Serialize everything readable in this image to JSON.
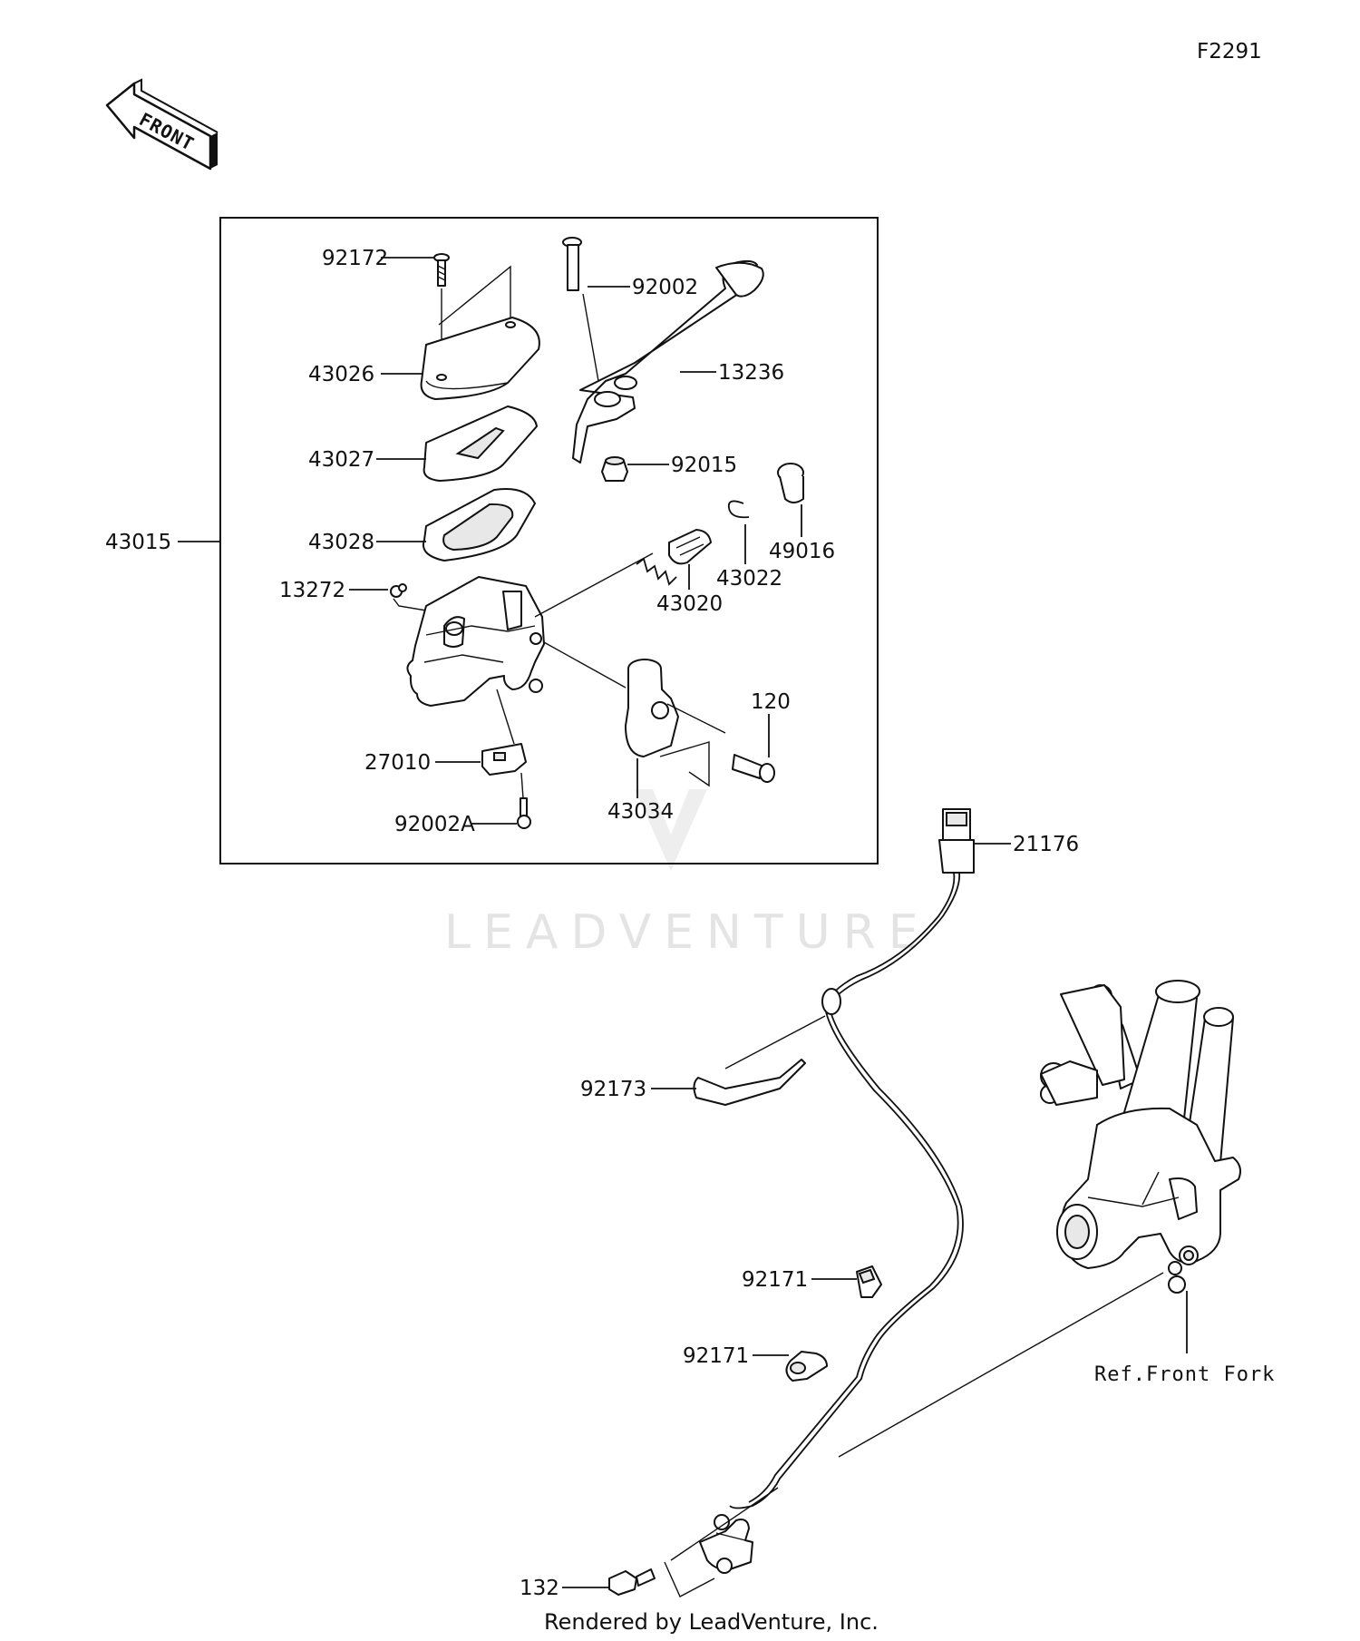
{
  "diagram_code": "F2291",
  "front_arrow": {
    "text": "FRONT",
    "icon": "front-direction-arrow-icon"
  },
  "callouts": {
    "p43015": "43015",
    "p92172": "92172",
    "p43026": "43026",
    "p43027": "43027",
    "p43028": "43028",
    "p13272": "13272",
    "p27010": "27010",
    "p92002A": "92002A",
    "p92002": "92002",
    "p13236": "13236",
    "p92015": "92015",
    "p49016": "49016",
    "p43022": "43022",
    "p43020": "43020",
    "p120": "120",
    "p43034": "43034",
    "p21176": "21176",
    "p92173": "92173",
    "p92171a": "92171",
    "p92171b": "92171",
    "p132": "132",
    "ref_front_fork": "Ref.Front Fork"
  },
  "watermark": "LEADVENTURE",
  "footer": "Rendered by LeadVenture, Inc."
}
